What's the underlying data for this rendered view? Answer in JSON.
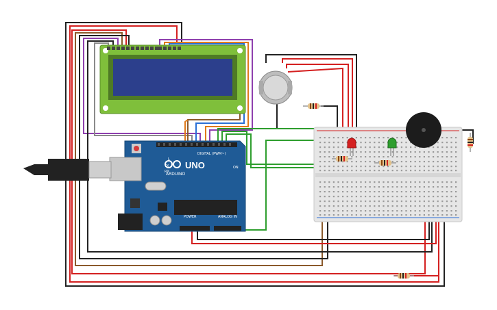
{
  "board": {
    "logo_text": "UNO",
    "brand_text": "ARDUINO",
    "digital_header": "DIGITAL (PWM~)",
    "analog_header": "ANALOG IN",
    "power_header": "POWER",
    "tx_label": "TX",
    "rx_label": "RX",
    "l_label": "L",
    "on_label": "ON"
  },
  "colors": {
    "arduino_blue": "#1f5b96",
    "lcd_green": "#7fbf3b",
    "lcd_screen": "#2c3f8c",
    "breadboard": "#e6e6e6",
    "wire_red": "#d42020",
    "wire_black": "#222222",
    "wire_green": "#2e9e2e",
    "wire_purple": "#8e3fae",
    "wire_orange": "#e07a1a",
    "wire_brown": "#8b5a2b",
    "wire_grey": "#8a8a8a",
    "wire_blue": "#2a6fd6"
  },
  "components": {
    "led_red": "red-led",
    "led_green": "green-led",
    "buzzer": "piezo-buzzer",
    "gas_sensor": "gas-sensor",
    "usb_plug": "usb-cable"
  }
}
